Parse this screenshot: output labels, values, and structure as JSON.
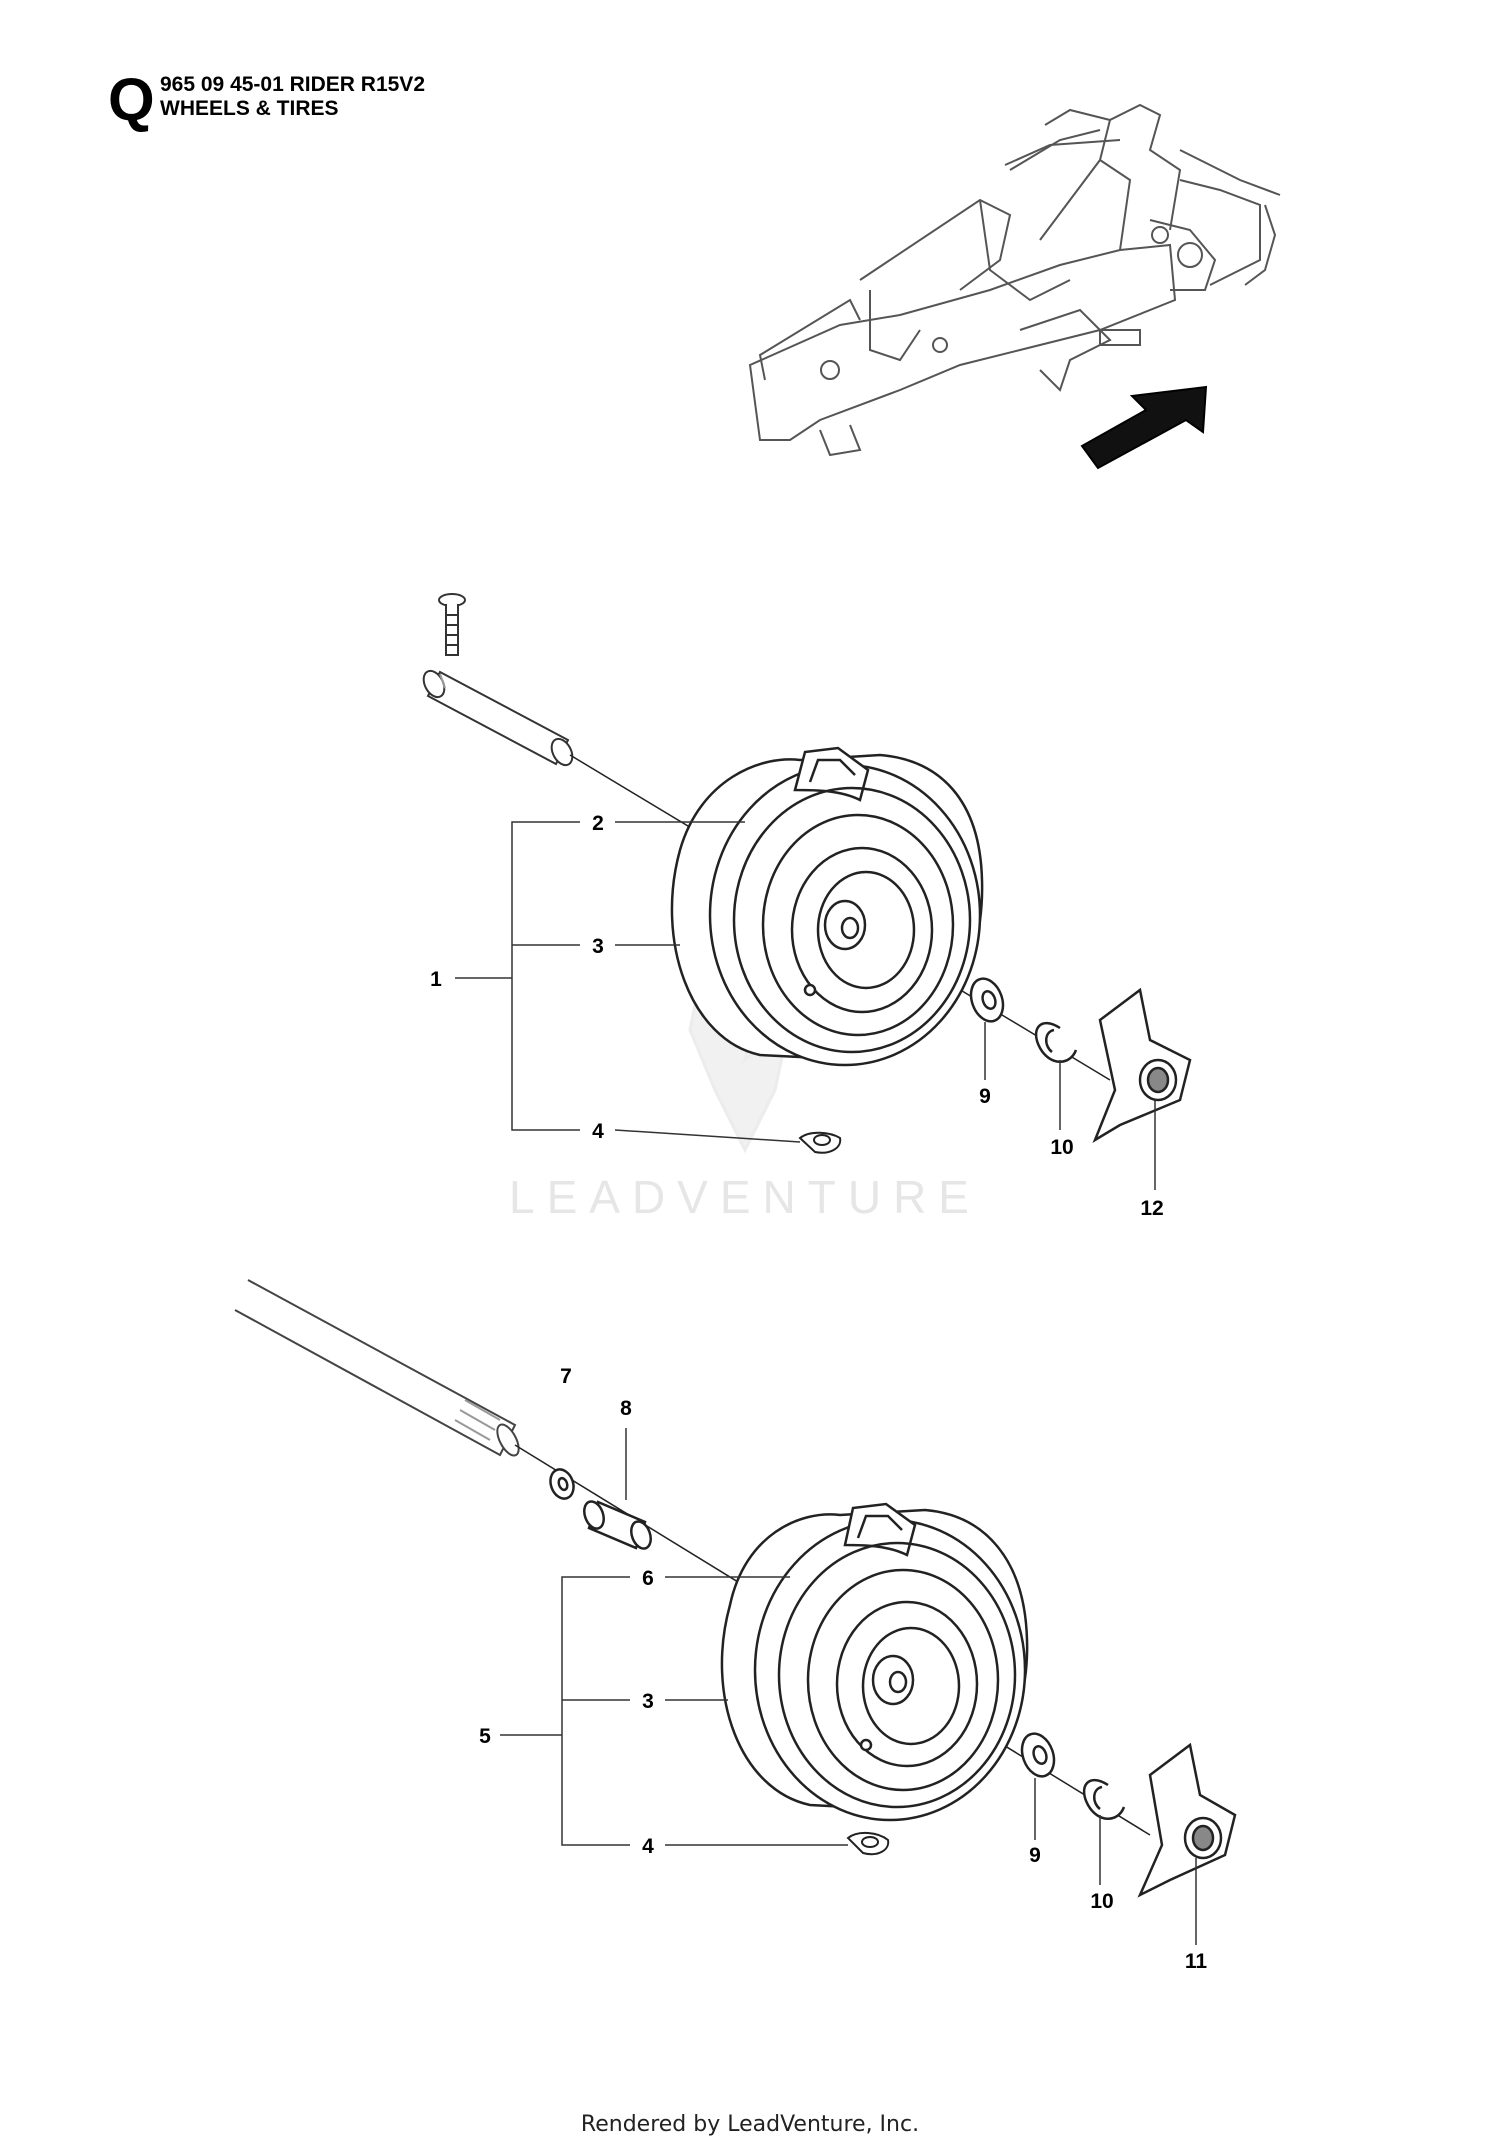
{
  "header": {
    "section_letter": "Q",
    "model_line": "965 09 45-01 RIDER R15V2",
    "section_title": "WHEELS & TIRES"
  },
  "callouts": {
    "c1": "1",
    "c2": "2",
    "c3a": "3",
    "c4a": "4",
    "c9a": "9",
    "c10a": "10",
    "c12": "12",
    "c7": "7",
    "c8": "8",
    "c6": "6",
    "c3b": "3",
    "c5": "5",
    "c4b": "4",
    "c9b": "9",
    "c10b": "10",
    "c11": "11"
  },
  "watermark": {
    "text": "LEADVENTURE"
  },
  "footer": {
    "text": "Rendered by LeadVenture, Inc."
  },
  "icons": {
    "locator": "tractor-frame-locator-icon",
    "arrow": "locator-arrow-icon"
  }
}
